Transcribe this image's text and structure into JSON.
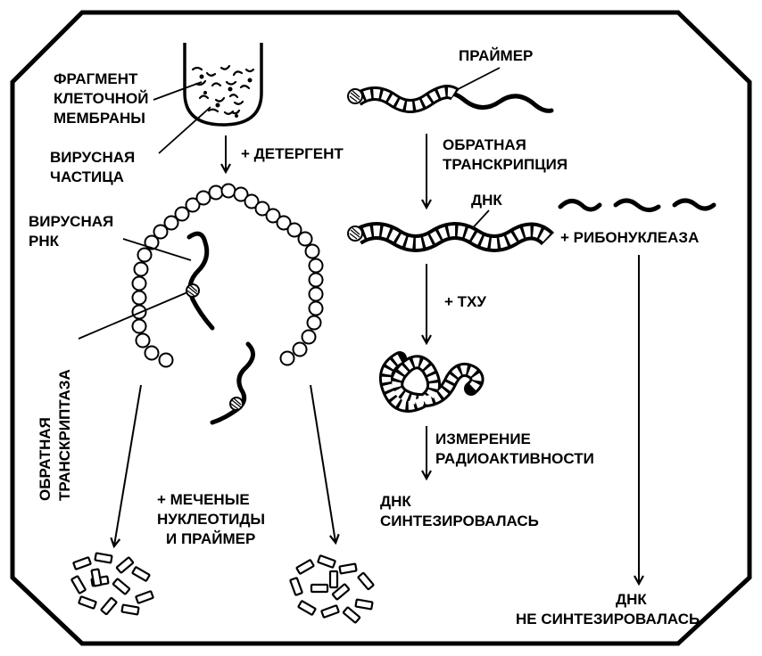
{
  "labels": {
    "membrane_fragment": [
      "ФРАГМЕНТ",
      "КЛЕТОЧНОЙ",
      "МЕМБРАНЫ"
    ],
    "viral_particle": [
      "ВИРУСНАЯ",
      "ЧАСТИЦА"
    ],
    "detergent": "+ ДЕТЕРГЕНТ",
    "viral_rna": [
      "ВИРУСНАЯ",
      "РНК"
    ],
    "reverse_transcriptase": [
      "ОБРАТНАЯ",
      "ТРАНСКРИПТАЗА"
    ],
    "labeled_nucleotides": [
      "+ МЕЧЕНЫЕ",
      "НУКЛЕОТИДЫ",
      "И ПРАЙМЕР"
    ],
    "primer": "ПРАЙМЕР",
    "reverse_transcription": [
      "ОБРАТНАЯ",
      "ТРАНСКРИПЦИЯ"
    ],
    "dna": "ДНК",
    "ribonuclease": "+ РИБОНУКЛЕАЗА",
    "tca": "+ ТХУ",
    "radioactivity": [
      "ИЗМЕРЕНИЕ",
      "РАДИОАКТИВНОСТИ"
    ],
    "dna_synthesized": [
      "ДНК",
      "СИНТЕЗИРОВАЛАСЬ"
    ],
    "dna_not_synthesized": [
      "ДНК",
      "НЕ СИНТЕЗИРОВАЛАСЬ"
    ]
  }
}
